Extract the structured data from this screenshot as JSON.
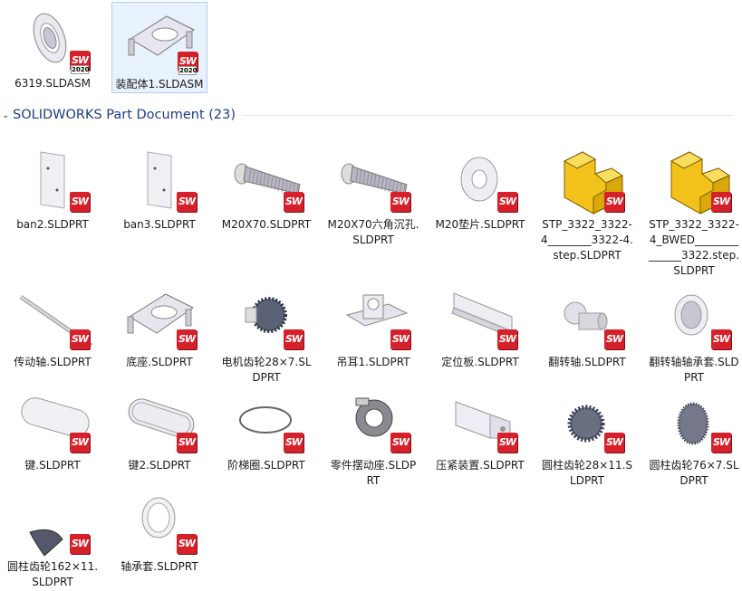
{
  "top_items": [
    {
      "name": "6319.SLDASM",
      "version": "2020",
      "model": "bearing"
    },
    {
      "name": "装配体1.SLDASM",
      "version": "2020",
      "model": "frame",
      "selected": true
    }
  ],
  "group": {
    "title": "SOLIDWORKS Part Document (23)",
    "chevron": "chevron-down-icon"
  },
  "parts": [
    {
      "name": "ban2.SLDPRT",
      "model": "plate"
    },
    {
      "name": "ban3.SLDPRT",
      "model": "plate"
    },
    {
      "name": "M20X70.SLDPRT",
      "model": "bolt"
    },
    {
      "name": "M20X70六角沉孔.SLDPRT",
      "model": "bolt"
    },
    {
      "name": "M20垫片.SLDPRT",
      "model": "washer"
    },
    {
      "name": "STP_3322_3322-4________3322-4.step.SLDPRT",
      "model": "block"
    },
    {
      "name": "STP_3322_3322-4_BWED______________3322.step.SLDPRT",
      "model": "block"
    },
    {
      "name": "传动轴.SLDPRT",
      "model": "shaft"
    },
    {
      "name": "底座.SLDPRT",
      "model": "frame"
    },
    {
      "name": "电机齿轮28×7.SLDPRT",
      "model": "gear"
    },
    {
      "name": "吊耳1.SLDPRT",
      "model": "lug"
    },
    {
      "name": "定位板.SLDPRT",
      "model": "rail"
    },
    {
      "name": "翻转轴.SLDPRT",
      "model": "stub"
    },
    {
      "name": "翻转轴轴承套.SLDPRT",
      "model": "sleeve"
    },
    {
      "name": "键.SLDPRT",
      "model": "key"
    },
    {
      "name": "键2.SLDPRT",
      "model": "key2"
    },
    {
      "name": "阶梯圈.SLDPRT",
      "model": "ring"
    },
    {
      "name": "零件摆动座.SLDPRT",
      "model": "swing"
    },
    {
      "name": "压紧装置.SLDPRT",
      "model": "clamp"
    },
    {
      "name": "圆柱齿轮28×11.SLDPRT",
      "model": "gear2"
    },
    {
      "name": "圆柱齿轮76×7.SLDPRT",
      "model": "gear3"
    },
    {
      "name": "圆柱齿轮162×11.SLDPRT",
      "model": "segment"
    },
    {
      "name": "轴承套.SLDPRT",
      "model": "sleeve2"
    }
  ],
  "badge_text": "SW",
  "colors": {
    "badge": "#d6202a",
    "group_title": "#1e3a8a",
    "selected_bg": "#e8f2fd",
    "yellow_block": "#f2c21b"
  }
}
